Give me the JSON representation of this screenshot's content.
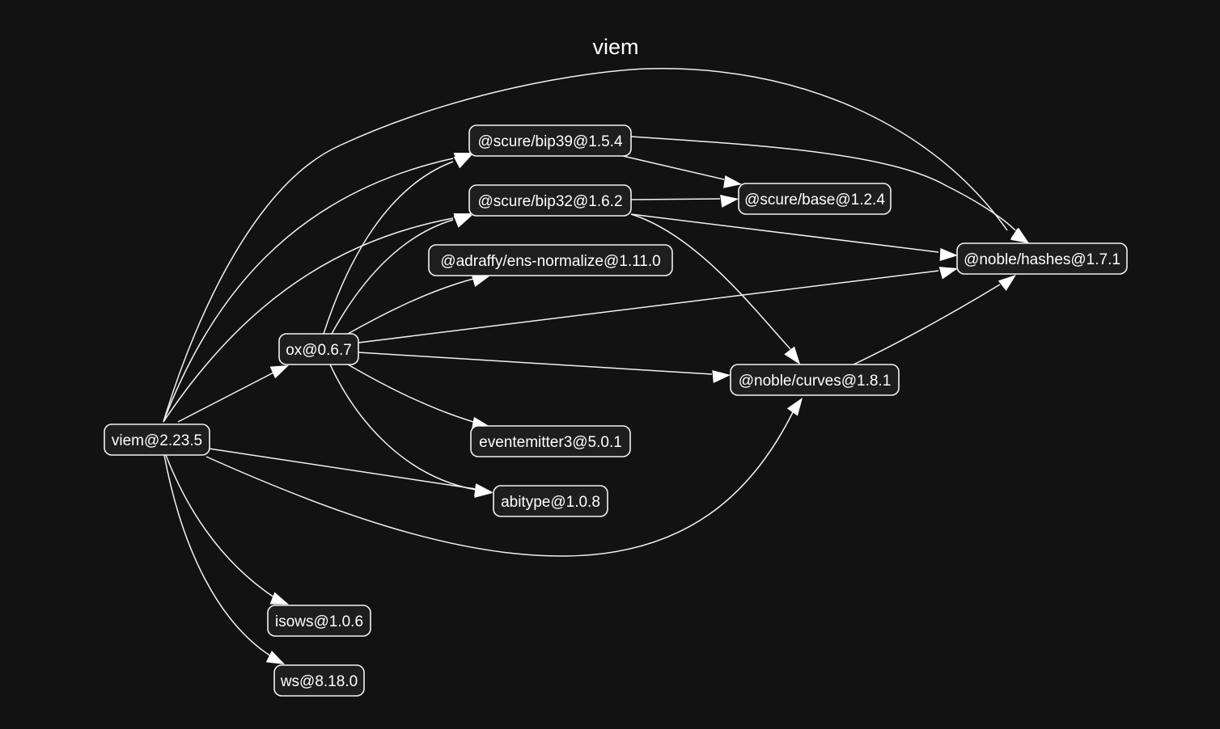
{
  "title": "viem",
  "colors": {
    "background": "#121212",
    "node_fill": "#1e1e1e",
    "stroke": "#f2f2f2",
    "text": "#ffffff"
  },
  "nodes": [
    {
      "id": "viem",
      "label": "viem@2.23.5"
    },
    {
      "id": "ox",
      "label": "ox@0.6.7"
    },
    {
      "id": "bip39",
      "label": "@scure/bip39@1.5.4"
    },
    {
      "id": "bip32",
      "label": "@scure/bip32@1.6.2"
    },
    {
      "id": "ens",
      "label": "@adraffy/ens-normalize@1.11.0"
    },
    {
      "id": "base",
      "label": "@scure/base@1.2.4"
    },
    {
      "id": "hashes",
      "label": "@noble/hashes@1.7.1"
    },
    {
      "id": "curves",
      "label": "@noble/curves@1.8.1"
    },
    {
      "id": "eventemitter3",
      "label": "eventemitter3@5.0.1"
    },
    {
      "id": "abitype",
      "label": "abitype@1.0.8"
    },
    {
      "id": "isows",
      "label": "isows@1.0.6"
    },
    {
      "id": "ws",
      "label": "ws@8.18.0"
    }
  ],
  "edges": [
    {
      "from": "viem",
      "to": "hashes"
    },
    {
      "from": "viem",
      "to": "bip39"
    },
    {
      "from": "viem",
      "to": "bip32"
    },
    {
      "from": "viem",
      "to": "ox"
    },
    {
      "from": "viem",
      "to": "abitype"
    },
    {
      "from": "viem",
      "to": "curves"
    },
    {
      "from": "viem",
      "to": "isows"
    },
    {
      "from": "viem",
      "to": "ws"
    },
    {
      "from": "ox",
      "to": "bip39"
    },
    {
      "from": "ox",
      "to": "bip32"
    },
    {
      "from": "ox",
      "to": "ens"
    },
    {
      "from": "ox",
      "to": "hashes"
    },
    {
      "from": "ox",
      "to": "curves"
    },
    {
      "from": "ox",
      "to": "eventemitter3"
    },
    {
      "from": "ox",
      "to": "abitype"
    },
    {
      "from": "bip39",
      "to": "hashes"
    },
    {
      "from": "bip39",
      "to": "base"
    },
    {
      "from": "bip32",
      "to": "base"
    },
    {
      "from": "bip32",
      "to": "hashes"
    },
    {
      "from": "bip32",
      "to": "curves"
    },
    {
      "from": "curves",
      "to": "hashes"
    }
  ]
}
